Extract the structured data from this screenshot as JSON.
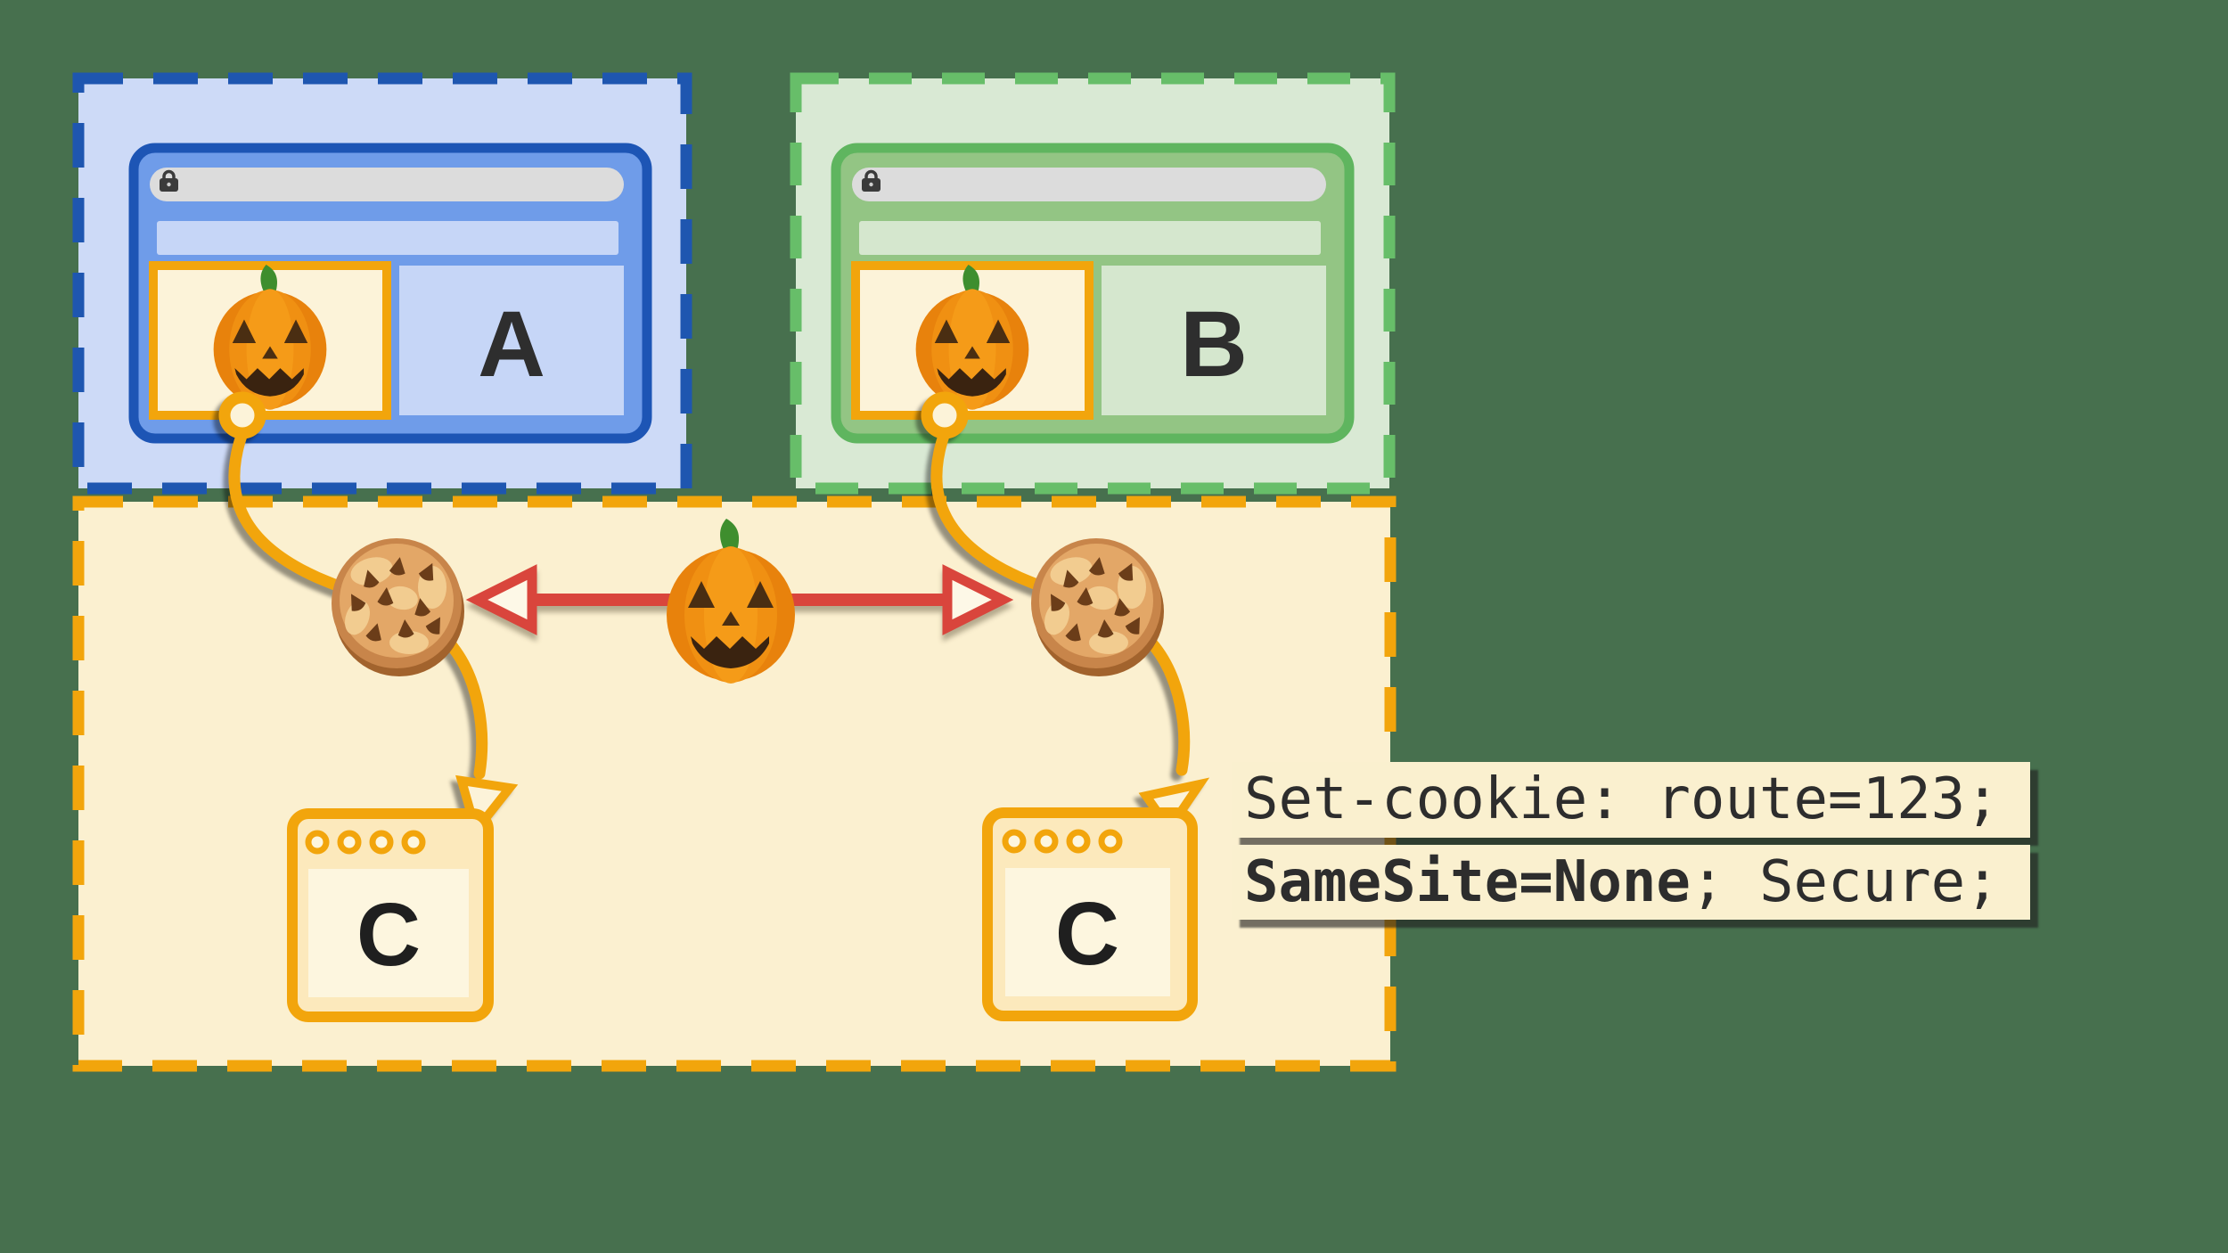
{
  "diagram": {
    "title_hint": "third-party cookie partitioning diagram",
    "site_a_label": "A",
    "site_b_label": "B",
    "server_left_label": "C",
    "server_right_label": "C",
    "code": {
      "line1": "Set-cookie: route=123;",
      "line2_bold": "SameSite=None",
      "line2_rest": "; Secure;"
    }
  },
  "icons": {
    "lock": "padlock in browser address bar",
    "pumpkin": "jack-o-lantern embed content",
    "cookie": "chocolate-chip browser cookie",
    "ring": "anchor ring on embedded pumpkin",
    "double_arrow": "red two-way sync arrow",
    "curve_arrow": "orange flow arrow to third-party server"
  },
  "colors": {
    "background": "#47704E",
    "site_a_dash": "#1E56B0",
    "site_a_fill": "#CDDAF7",
    "browser_a_border": "#1D55B5",
    "browser_a_body": "#6F9CE9",
    "browser_a_strip": "#C6D6F7",
    "site_b_dash": "#67BE69",
    "site_b_fill": "#D9E9D4",
    "browser_b_border": "#5FB55F",
    "browser_b_body": "#93C584",
    "browser_b_strip": "#D5E7CE",
    "third_party_dash": "#F2A50C",
    "third_party_fill": "#FBF0D0",
    "iframe_fill": "#FCF3D9",
    "url_bar": "#DCDCDC",
    "red_arrow": "#D9453C",
    "code_bg": "#FAF0CF",
    "code_text": "#2D2D2D"
  }
}
